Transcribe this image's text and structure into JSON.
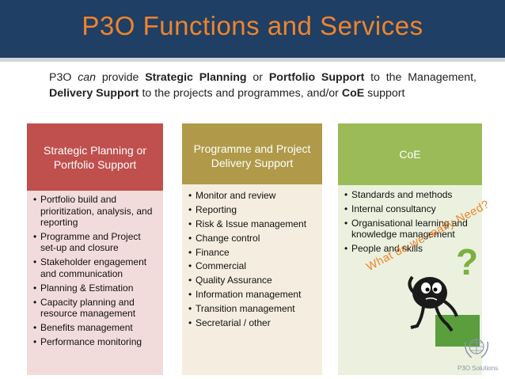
{
  "header": {
    "title": "P3O Functions and Services"
  },
  "intro": {
    "p1": "P3O ",
    "can": "can",
    "p2": " provide ",
    "strategic": "Strategic Planning",
    "p3": " or ",
    "portfolio": "Portfolio Support",
    "p4": " to the Management, ",
    "delivery": "Delivery Support",
    "p5": " to the projects and programmes, and/or ",
    "coe": "CoE",
    "p6": " support"
  },
  "columns": [
    {
      "heading": "Strategic Planning or Portfolio Support",
      "color": "#c0504d",
      "items": [
        "Portfolio build and prioritization, analysis, and reporting",
        "Programme and Project set-up and closure",
        "Stakeholder engagement and communication",
        "Planning & Estimation",
        "Capacity planning and resource management",
        "Benefits management",
        "Performance monitoring"
      ]
    },
    {
      "heading": "Programme and Project Delivery Support",
      "color": "#b09a49",
      "items": [
        "Monitor and review",
        "Reporting",
        "Risk & Issue management",
        "Change control",
        "Finance",
        "Commercial",
        "Quality Assurance",
        "Information management",
        "Transition management",
        "Secretarial / other"
      ]
    },
    {
      "heading": "CoE",
      "color": "#9bbb59",
      "items": [
        "Standards and methods",
        "Internal consultancy",
        "Organisational learning and knowledge management",
        "People and skills"
      ]
    }
  ],
  "callout": {
    "question": "What do we really Need?",
    "qmark": "?"
  },
  "logo": {
    "label": "P3O Solutions",
    "icon": "laurel-globe-icon"
  }
}
